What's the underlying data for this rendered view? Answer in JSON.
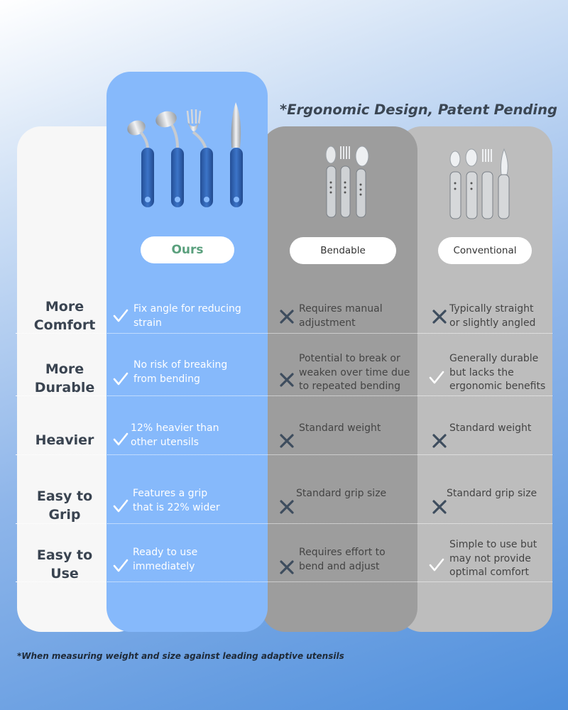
{
  "tagline": "*Ergonomic Design, Patent Pending",
  "footnote": "*When measuring weight and  size against leading adaptive utensils",
  "columns": {
    "ours": "Ours",
    "bendable": "Bendable",
    "conventional": "Conventional"
  },
  "rows": [
    {
      "label_line1": "More",
      "label_line2": "Comfort",
      "ours": {
        "line1": "Fix angle for reducing",
        "line2": "strain",
        "line3": "",
        "mark": "check-icon"
      },
      "bendable": {
        "line1": "Requires manual",
        "line2": "adjustment",
        "line3": "",
        "mark": "cross-icon"
      },
      "conventional": {
        "line1": "Typically straight",
        "line2": "or slightly angled",
        "line3": "",
        "mark": "cross-icon"
      }
    },
    {
      "label_line1": "More",
      "label_line2": "Durable",
      "ours": {
        "line1": "No risk of breaking",
        "line2": "from bending",
        "line3": "",
        "mark": "check-icon"
      },
      "bendable": {
        "line1": "Potential to break or",
        "line2": "weaken over time due",
        "line3": "to repeated bending",
        "mark": "cross-icon"
      },
      "conventional": {
        "line1": "Generally durable",
        "line2": "but lacks the",
        "line3": "ergonomic benefits",
        "mark": "check-icon"
      }
    },
    {
      "label_line1": "Heavier",
      "label_line2": "",
      "ours": {
        "line1": "12% heavier than",
        "line2": "other utensils",
        "line3": "",
        "mark": "check-icon"
      },
      "bendable": {
        "line1": "Standard weight",
        "line2": "",
        "line3": "",
        "mark": "cross-icon"
      },
      "conventional": {
        "line1": "Standard weight",
        "line2": "",
        "line3": "",
        "mark": "cross-icon"
      }
    },
    {
      "label_line1": "Easy to",
      "label_line2": "Grip",
      "ours": {
        "line1": "Features a grip",
        "line2": "that is 22% wider",
        "line3": "",
        "mark": "check-icon"
      },
      "bendable": {
        "line1": "Standard grip size",
        "line2": "",
        "line3": "",
        "mark": "cross-icon"
      },
      "conventional": {
        "line1": "Standard grip size",
        "line2": "",
        "line3": "",
        "mark": "cross-icon"
      }
    },
    {
      "label_line1": "Easy to",
      "label_line2": "Use",
      "ours": {
        "line1": "Ready to use",
        "line2": "immediately",
        "line3": "",
        "mark": "check-icon"
      },
      "bendable": {
        "line1": "Requires effort to",
        "line2": "bend and adjust",
        "line3": "",
        "mark": "cross-icon"
      },
      "conventional": {
        "line1": "Simple to use but",
        "line2": "may not provide",
        "line3": "optimal comfort",
        "mark": "check-icon"
      }
    }
  ],
  "colors": {
    "ours_panel": "#86b9fb",
    "bendable_panel": "#9d9d9d",
    "conventional_panel": "#bdbdbd",
    "label_panel": "#f7f7f7",
    "cross": "#3e4d5e",
    "ours_pill_text": "#5aa07d",
    "handle_blue": "#2f63b3"
  }
}
